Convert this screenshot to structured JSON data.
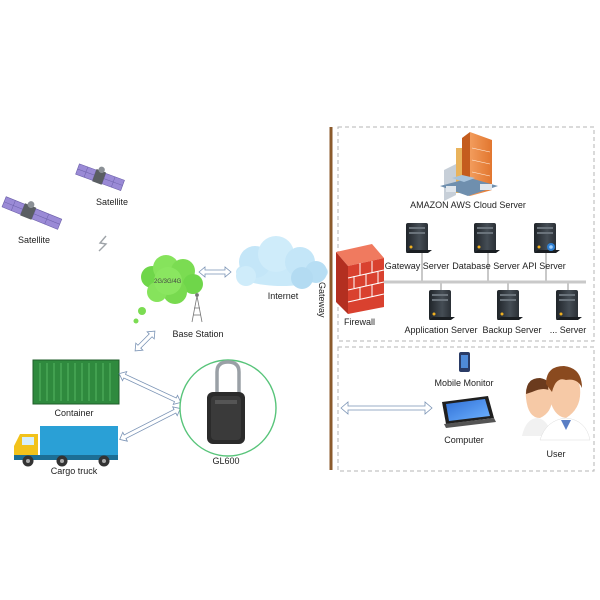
{
  "labels": {
    "satellite_top": "Satellite",
    "satellite_left": "Satellite",
    "network": "2G/3G/4G",
    "base_station": "Base Station",
    "internet": "Internet",
    "gateway": "Gateway",
    "container": "Container",
    "cargo_truck": "Cargo truck",
    "device": "GL600",
    "cloud_server": "AMAZON  AWS Cloud Server",
    "firewall": "Firewall",
    "gateway_server": "Gateway Server",
    "database_server": "Database Server",
    "api_server": "API Server",
    "application_server": "Application Server",
    "backup_server": "Backup Server",
    "more_server": "... Server",
    "mobile_monitor": "Mobile Monitor",
    "computer": "Computer",
    "user": "User"
  },
  "colors": {
    "container_green": "#2f8a3e",
    "truck_blue": "#2aa0d6",
    "truck_cab": "#f2c21b",
    "cloud_blue": "#bfe4f7",
    "network_green": "#7fdc4f",
    "divider_brown": "#8b5a2b",
    "device_circle": "#58c47a",
    "firewall_red": "#d9412f",
    "server_dark": "#333a40",
    "arrow_outline": "#7a93b5"
  },
  "icons": [
    "satellite-icon",
    "lightning-icon",
    "network-cloud-icon",
    "antenna-tower-icon",
    "internet-cloud-icon",
    "container-icon",
    "truck-icon",
    "tracker-lock-icon",
    "building-icon",
    "firewall-icon",
    "server-icon",
    "phone-icon",
    "tablet-icon",
    "users-icon"
  ]
}
